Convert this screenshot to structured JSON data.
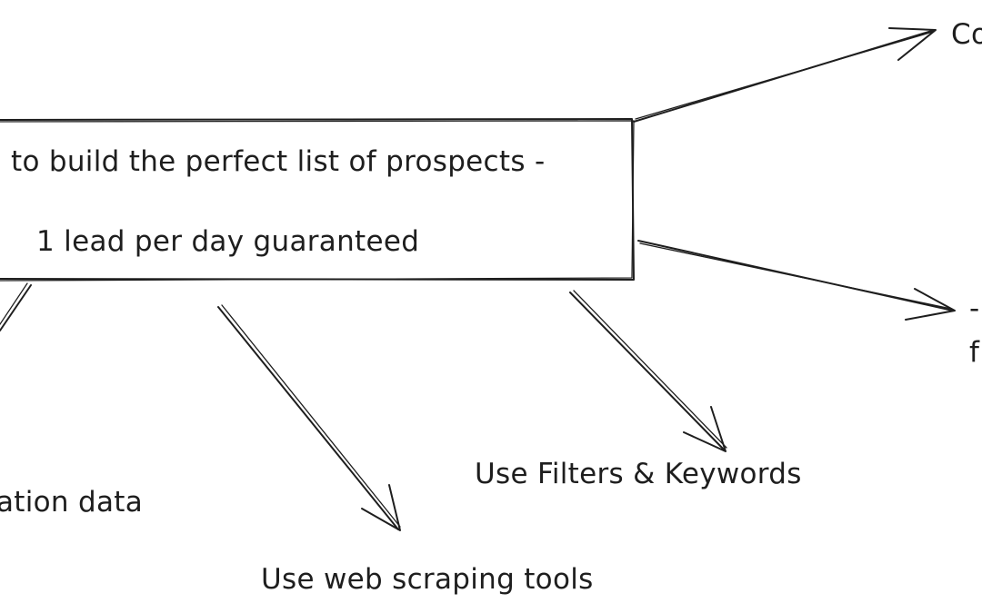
{
  "central_node": {
    "line1": "to build the perfect list of prospects -",
    "line2": "1 lead per day guaranteed"
  },
  "branches": {
    "top_right": "Co",
    "right_partial_1": "-",
    "right_partial_2": "f",
    "bottom_left": "ation data",
    "bottom_center": "Use web scraping tools",
    "bottom_right": "Use Filters & Keywords"
  },
  "colors": {
    "ink": "#1e1e1e",
    "background": "#ffffff"
  }
}
